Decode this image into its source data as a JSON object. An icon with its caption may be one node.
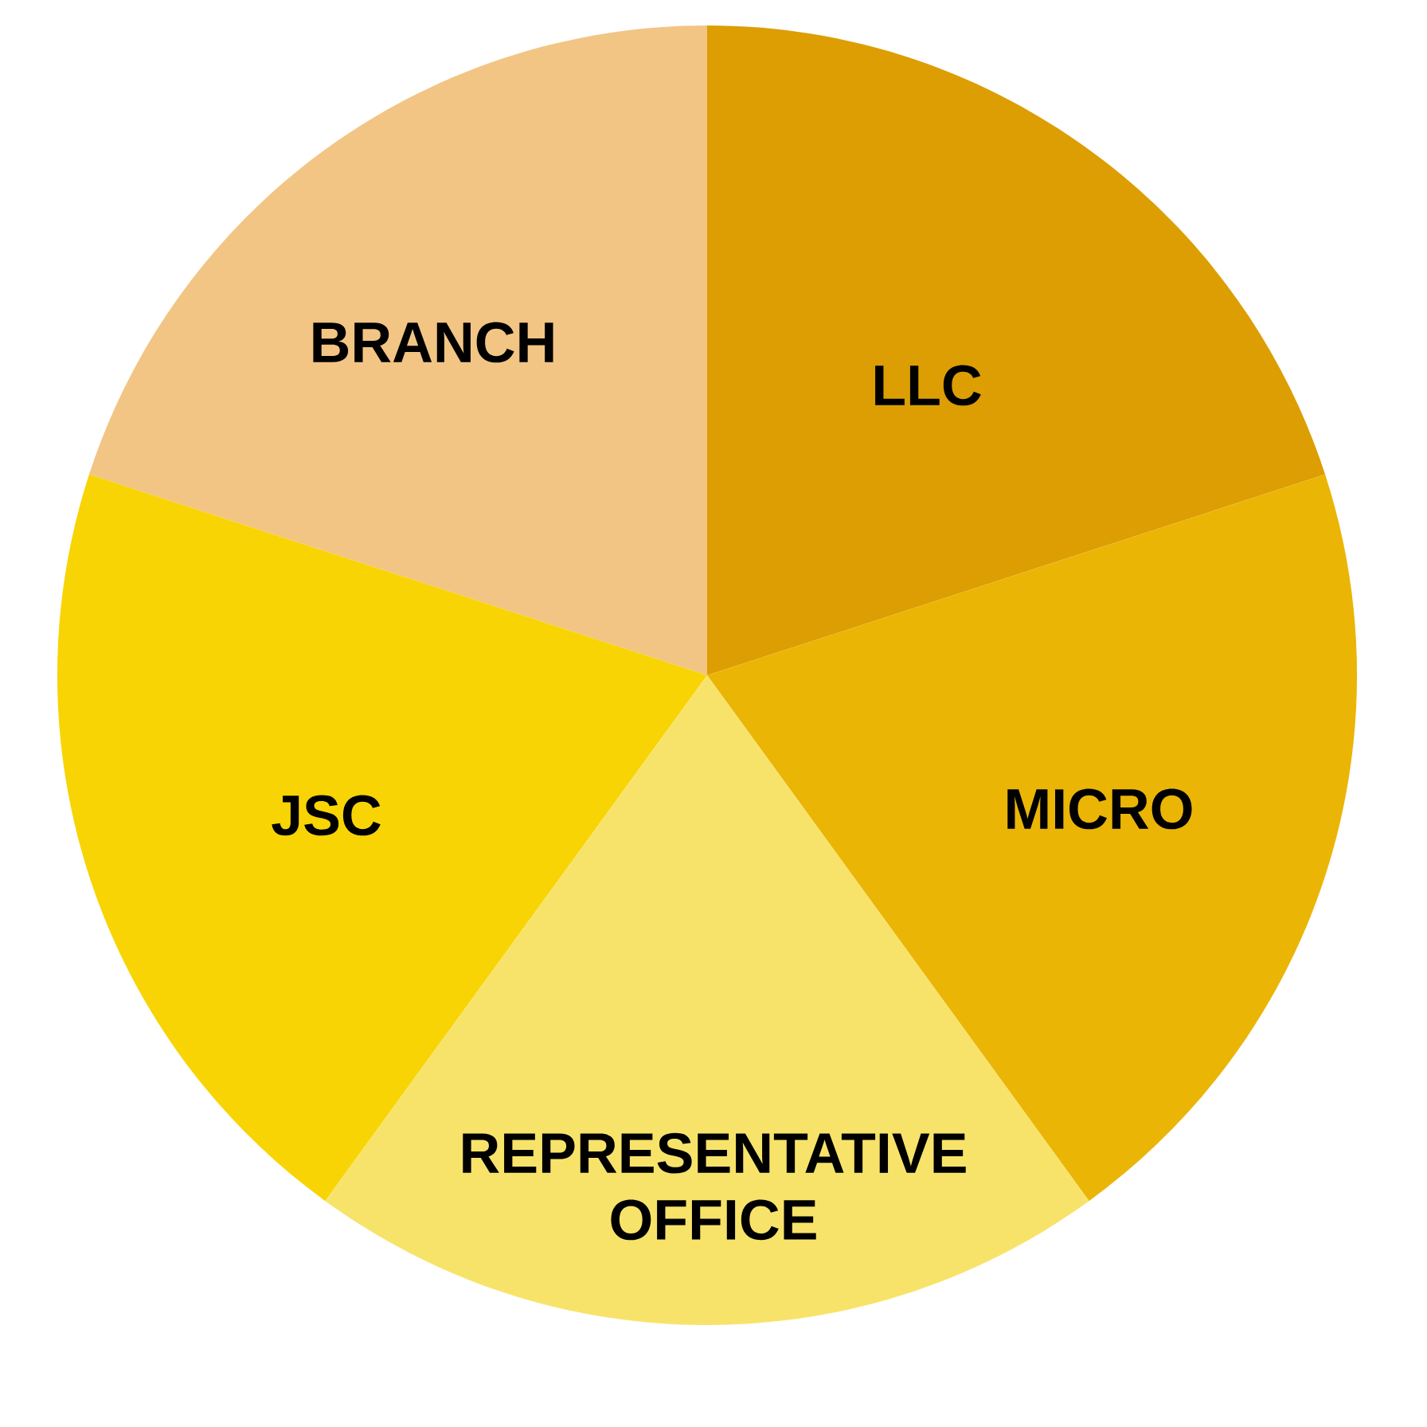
{
  "diagram": {
    "nodes": [
      {
        "text": [
          "BRANCH"
        ]
      },
      {
        "text": [
          "LLC"
        ]
      },
      {
        "text": [
          "JSC"
        ]
      },
      {
        "text": [
          "MICRO"
        ]
      },
      {
        "text": [
          "REPRESENTATIVE OFFICE"
        ]
      }
    ]
  }
}
